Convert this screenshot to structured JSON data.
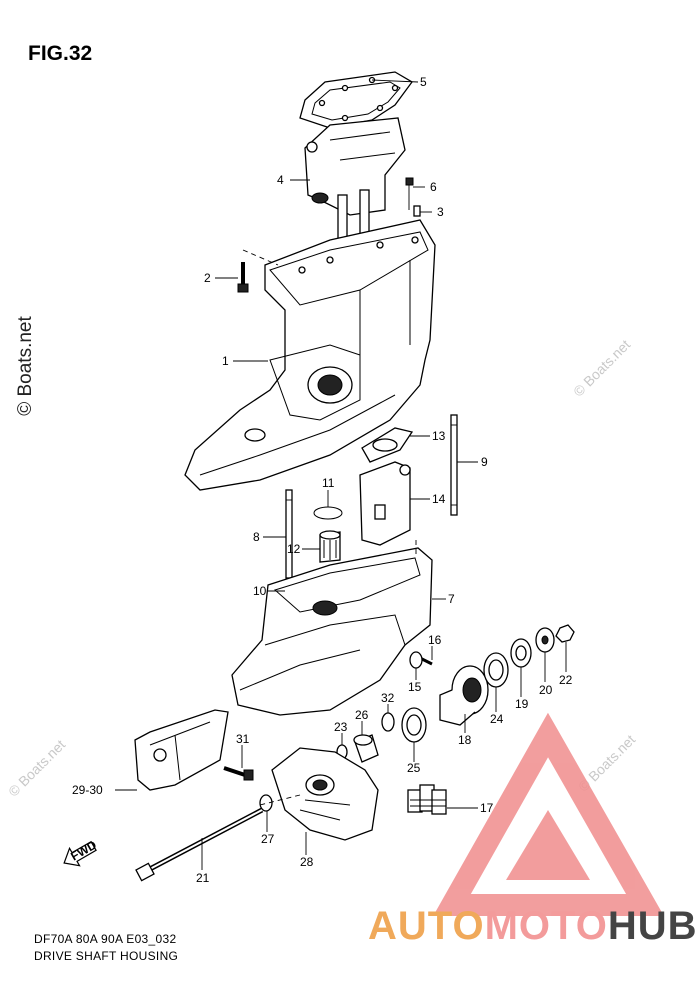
{
  "figure": {
    "title": "FIG.32"
  },
  "footer": {
    "code": "DF70A 80A 90A E03_032",
    "name": "DRIVE SHAFT HOUSING"
  },
  "watermark": {
    "site": "© Boats.net"
  },
  "brand": {
    "part1": "AUTO",
    "part2": "MOTO",
    "part3": "HUB"
  },
  "fwd_label": "FWD",
  "parts": [
    {
      "id": "p1",
      "label": "1"
    },
    {
      "id": "p2",
      "label": "2"
    },
    {
      "id": "p3",
      "label": "3"
    },
    {
      "id": "p4",
      "label": "4"
    },
    {
      "id": "p5",
      "label": "5"
    },
    {
      "id": "p6",
      "label": "6"
    },
    {
      "id": "p7",
      "label": "7"
    },
    {
      "id": "p8",
      "label": "8"
    },
    {
      "id": "p9",
      "label": "9"
    },
    {
      "id": "p10",
      "label": "10"
    },
    {
      "id": "p11",
      "label": "11"
    },
    {
      "id": "p12",
      "label": "12"
    },
    {
      "id": "p13",
      "label": "13"
    },
    {
      "id": "p14",
      "label": "14"
    },
    {
      "id": "p15",
      "label": "15"
    },
    {
      "id": "p16",
      "label": "16"
    },
    {
      "id": "p17",
      "label": "17"
    },
    {
      "id": "p18",
      "label": "18"
    },
    {
      "id": "p19",
      "label": "19"
    },
    {
      "id": "p20",
      "label": "20"
    },
    {
      "id": "p21",
      "label": "21"
    },
    {
      "id": "p22",
      "label": "22"
    },
    {
      "id": "p23",
      "label": "23"
    },
    {
      "id": "p24",
      "label": "24"
    },
    {
      "id": "p25",
      "label": "25"
    },
    {
      "id": "p26",
      "label": "26"
    },
    {
      "id": "p27",
      "label": "27"
    },
    {
      "id": "p28",
      "label": "28"
    },
    {
      "id": "p29",
      "label": "29-30"
    },
    {
      "id": "p31",
      "label": "31"
    },
    {
      "id": "p32",
      "label": "32"
    }
  ]
}
